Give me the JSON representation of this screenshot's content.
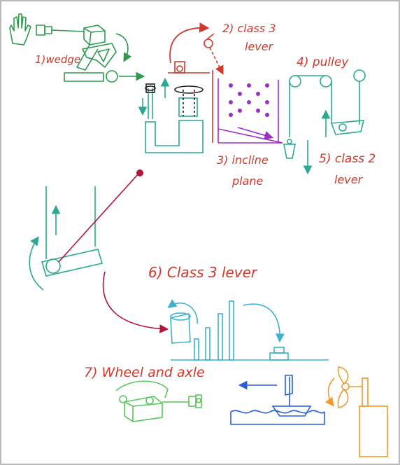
{
  "labels": {
    "wedge": "1)wedge",
    "class3_lever_line1": "2) class 3",
    "class3_lever_line2": "lever",
    "incline_line1": "3) incline",
    "incline_line2": "plane",
    "pulley": "4) pulley",
    "class2_line1": "5) class 2",
    "class2_line2": "lever",
    "class3_lever_b": "6) Class 3  lever",
    "wheel_axle": "7) Wheel and axle"
  },
  "colors": {
    "red": "#d0392b",
    "green": "#2e9a4f",
    "teal": "#2aa890",
    "purple": "#9b30c7",
    "crimson": "#b3143c",
    "cyan": "#3bb3d0",
    "blue": "#2a5fd6",
    "orange": "#ef9a2a",
    "lime": "#5ac75a",
    "frame": "#b9b9b9"
  }
}
